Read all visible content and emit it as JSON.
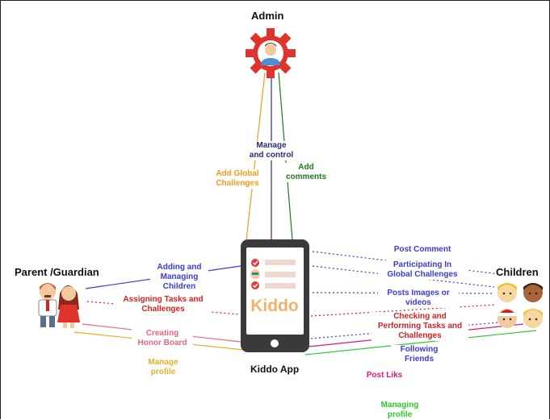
{
  "actors": {
    "admin": "Admin",
    "parent": "Parent /Guardian",
    "children": "Children",
    "app": "Kiddo App"
  },
  "app_screen": {
    "brand": "Kiddo"
  },
  "edges": {
    "admin_manage": "Manage\nand control",
    "admin_global": "Add Global\nChallenges",
    "admin_comments": "Add\ncomments",
    "parent_adding": "Adding and\nManaging\nChildren",
    "parent_assigning": "Assigning Tasks and\nChallenges",
    "parent_honor": "Creating\nHonor Board",
    "parent_profile": "Manage\nprofile",
    "child_post_comment": "Post Comment",
    "child_participating": "Participating In\nGlobal Challenges",
    "child_posts": "Posts Images or\nvideos",
    "child_checking": "Checking and\nPerforming Tasks and\nChallenges",
    "child_following": "Following\nFriends",
    "child_post_likes": "Post Liks",
    "child_managing": "Managing\nprofile"
  },
  "colors": {
    "navy": "#2b2b7a",
    "green": "#1e7a1e",
    "orange": "#f29b1e",
    "blue": "#3b3bd9",
    "red": "#d42222",
    "pink": "#e8667a",
    "yellow": "#e0b21e",
    "magenta": "#e0187a",
    "bright_green": "#2ec72e"
  }
}
